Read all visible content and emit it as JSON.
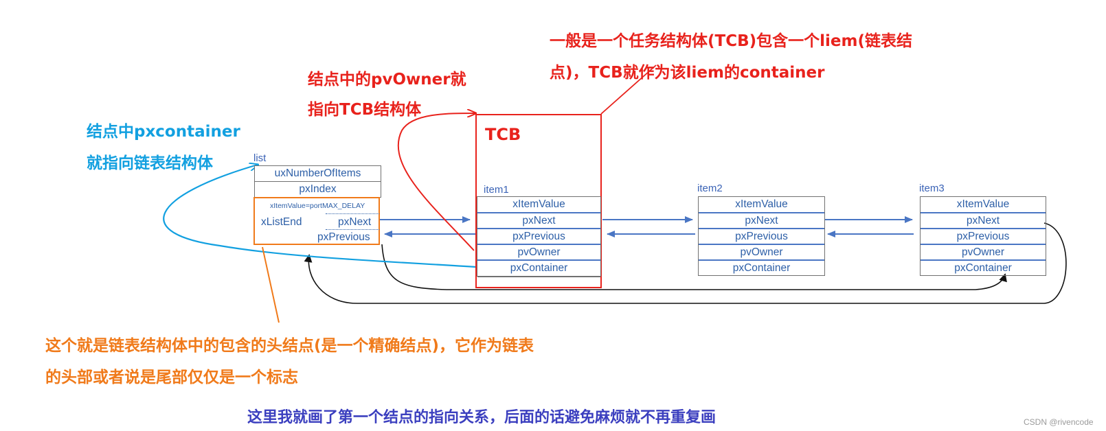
{
  "annotations": {
    "tcb_note_line1": "一般是一个任务结构体(TCB)包含一个liem(链表结",
    "tcb_note_line2": "点)，TCB就作为该liem的container",
    "pvowner_note_line1": "结点中的pvOwner就",
    "pvowner_note_line2": "指向TCB结构体",
    "pxcontainer_note_line1": "结点中pxcontainer",
    "pxcontainer_note_line2": "就指向链表结构体",
    "listend_note_line1": "这个就是链表结构体中的包含的头结点(是一个精确结点)，它作为链表",
    "listend_note_line2": "的头部或者说是尾部仅仅是一个标志",
    "bottom_note": "这里我就画了第一个结点的指向关系，后面的话避免麻烦就不再重复画"
  },
  "list": {
    "label": "list",
    "fields": [
      "uxNumberOfItems",
      "pxIndex"
    ],
    "list_end": {
      "item_value": "xItemValue=portMAX_DELAY",
      "name": "xListEnd",
      "next": "pxNext",
      "previous": "pxPrevious"
    }
  },
  "tcb": {
    "label": "TCB"
  },
  "items": [
    {
      "label": "item1",
      "fields": [
        "xItemValue",
        "pxNext",
        "pxPrevious",
        "pvOwner",
        "pxContainer"
      ]
    },
    {
      "label": "item2",
      "fields": [
        "xItemValue",
        "pxNext",
        "pxPrevious",
        "pvOwner",
        "pxContainer"
      ]
    },
    {
      "label": "item3",
      "fields": [
        "xItemValue",
        "pxNext",
        "pxPrevious",
        "pvOwner",
        "pxContainer"
      ]
    }
  ],
  "watermark": "CSDN @rivencode",
  "colors": {
    "red": "#e8221c",
    "blue_note": "#12a0e0",
    "orange": "#f07a1a",
    "bottom_note": "#3b3fbf",
    "field_text": "#2d5fa7",
    "arrow": "#4a76c4"
  }
}
